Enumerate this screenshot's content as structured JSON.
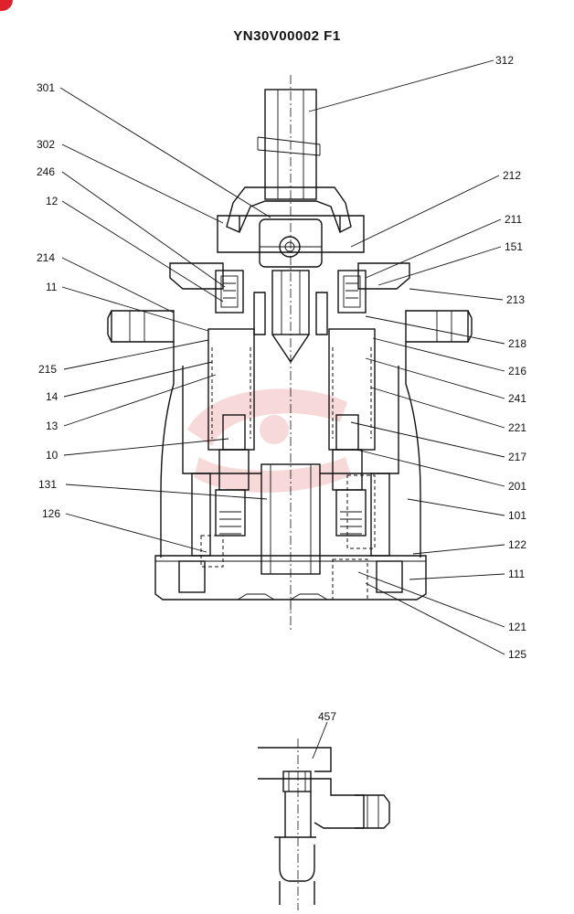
{
  "title": "YN30V00002 F1",
  "colors": {
    "line": "#111111",
    "badge": "#e0202a",
    "watermark": "#f2b9b9"
  },
  "labels": {
    "l312": "312",
    "l301": "301",
    "l302": "302",
    "l246": "246",
    "l12": "12",
    "l214": "214",
    "l11": "11",
    "l215": "215",
    "l14": "14",
    "l13": "13",
    "l10": "10",
    "l131": "131",
    "l126": "126",
    "l212": "212",
    "l211": "211",
    "l151": "151",
    "l213": "213",
    "l218": "218",
    "l216": "216",
    "l241": "241",
    "l221": "221",
    "l217": "217",
    "l201": "201",
    "l101": "101",
    "l122": "122",
    "l111": "111",
    "l121": "121",
    "l125": "125",
    "l457": "457"
  }
}
